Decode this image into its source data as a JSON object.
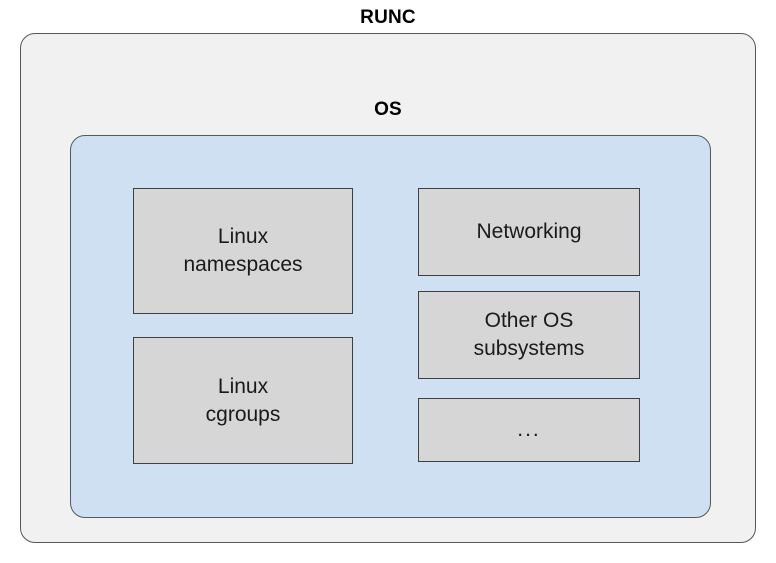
{
  "diagram": {
    "title": "RUNC",
    "outer_container": {
      "label": "RUNC",
      "fill_color": "#f1f1f1",
      "border_color": "#54595e"
    },
    "os_container": {
      "label": "OS",
      "fill_color": "#cfe0f3",
      "border_color": "#54595e"
    },
    "subsystem_fill_color": "#d6d6d6",
    "subsystem_border_color": "#3d4144",
    "left_column": [
      {
        "label": "Linux\nnamespaces"
      },
      {
        "label": "Linux\ncgroups"
      }
    ],
    "right_column": [
      {
        "label": "Networking"
      },
      {
        "label": "Other OS\nsubsystems"
      },
      {
        "label": "..."
      }
    ]
  }
}
